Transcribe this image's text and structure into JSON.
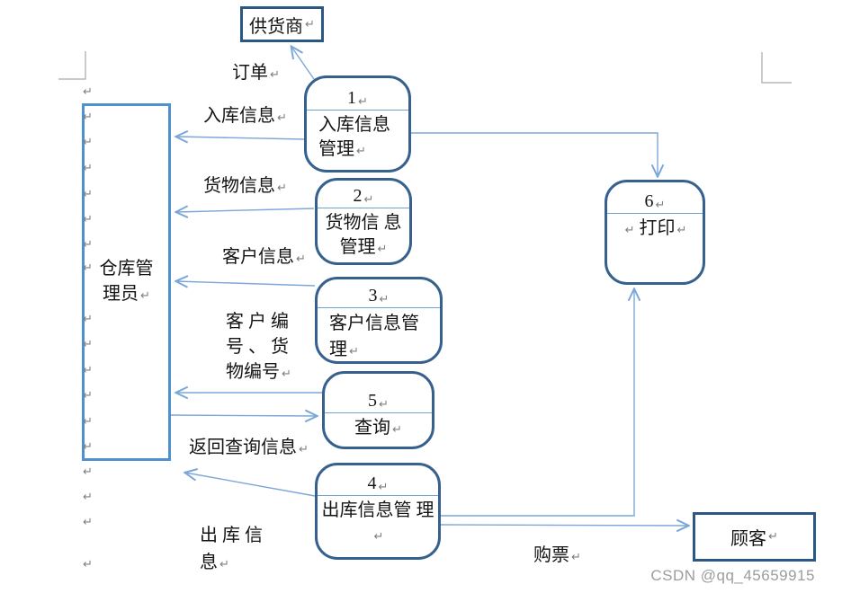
{
  "pilcrow": "↵",
  "watermark": "CSDN @qq_45659915",
  "entities": {
    "supplier": {
      "label": "供货商"
    },
    "warehouse_manager": {
      "line1": "仓库管",
      "line2": "理员"
    },
    "customer": {
      "label": "顾客"
    }
  },
  "processes": {
    "p1": {
      "number": "1",
      "line1": "入库信息",
      "line2": "管理"
    },
    "p2": {
      "number": "2",
      "line1": "货物信",
      "line2": "息管理"
    },
    "p3": {
      "number": "3",
      "line1": "客户信息管",
      "line2": "理"
    },
    "p5": {
      "number": "5",
      "line1": "查询",
      "line2": ""
    },
    "p4": {
      "number": "4",
      "line1": "出库信息管",
      "line2": "理"
    },
    "p6": {
      "number": "6",
      "line1": "",
      "line2": "打印"
    }
  },
  "flow_labels": {
    "order": "订单",
    "inbound_info": "入库信息",
    "goods_info": "货物信息",
    "customer_info": "客户信息",
    "query_keys_line1": "客 户 编",
    "query_keys_line2": "号 、 货",
    "query_keys_line3": "物编号",
    "query_return": "返回查询信息",
    "outbound_line1": "出 库 信",
    "outbound_line2": "息",
    "buy_ticket": "购票"
  },
  "colors": {
    "process_border": "#36618e",
    "entity_border": "#2a5784",
    "manager_border": "#4f90d0",
    "line": "#7ba7d8",
    "divider": "#6fa3d4",
    "pilcrow": "#7f7f7f",
    "watermark": "#9d9d9d",
    "corner_mark": "#a9a9a9"
  }
}
